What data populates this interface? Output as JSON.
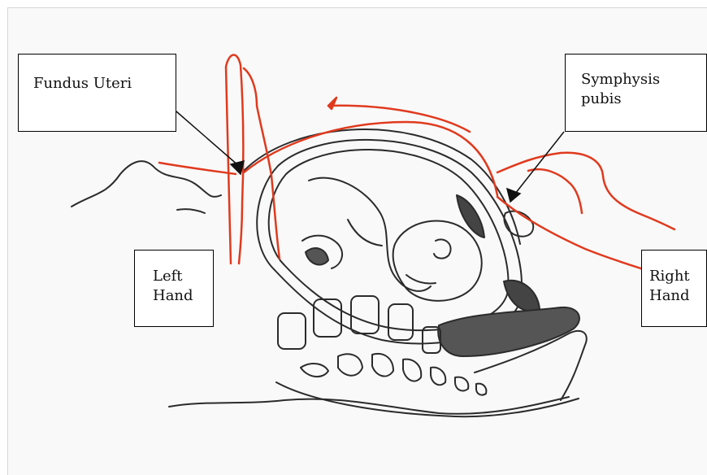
{
  "labels": {
    "fundus_uteri": "Fundus Uteri",
    "symphysis_line1": "Symphysis",
    "symphysis_line2": "pubis",
    "left_hand_line1": "Left",
    "left_hand_line2": "Hand",
    "right_hand_line1": "Right",
    "right_hand_line2": "Hand"
  },
  "colors": {
    "ink": "#2b2b2b",
    "hands": "#e03a1e",
    "pointer_arrow": "#111111"
  }
}
